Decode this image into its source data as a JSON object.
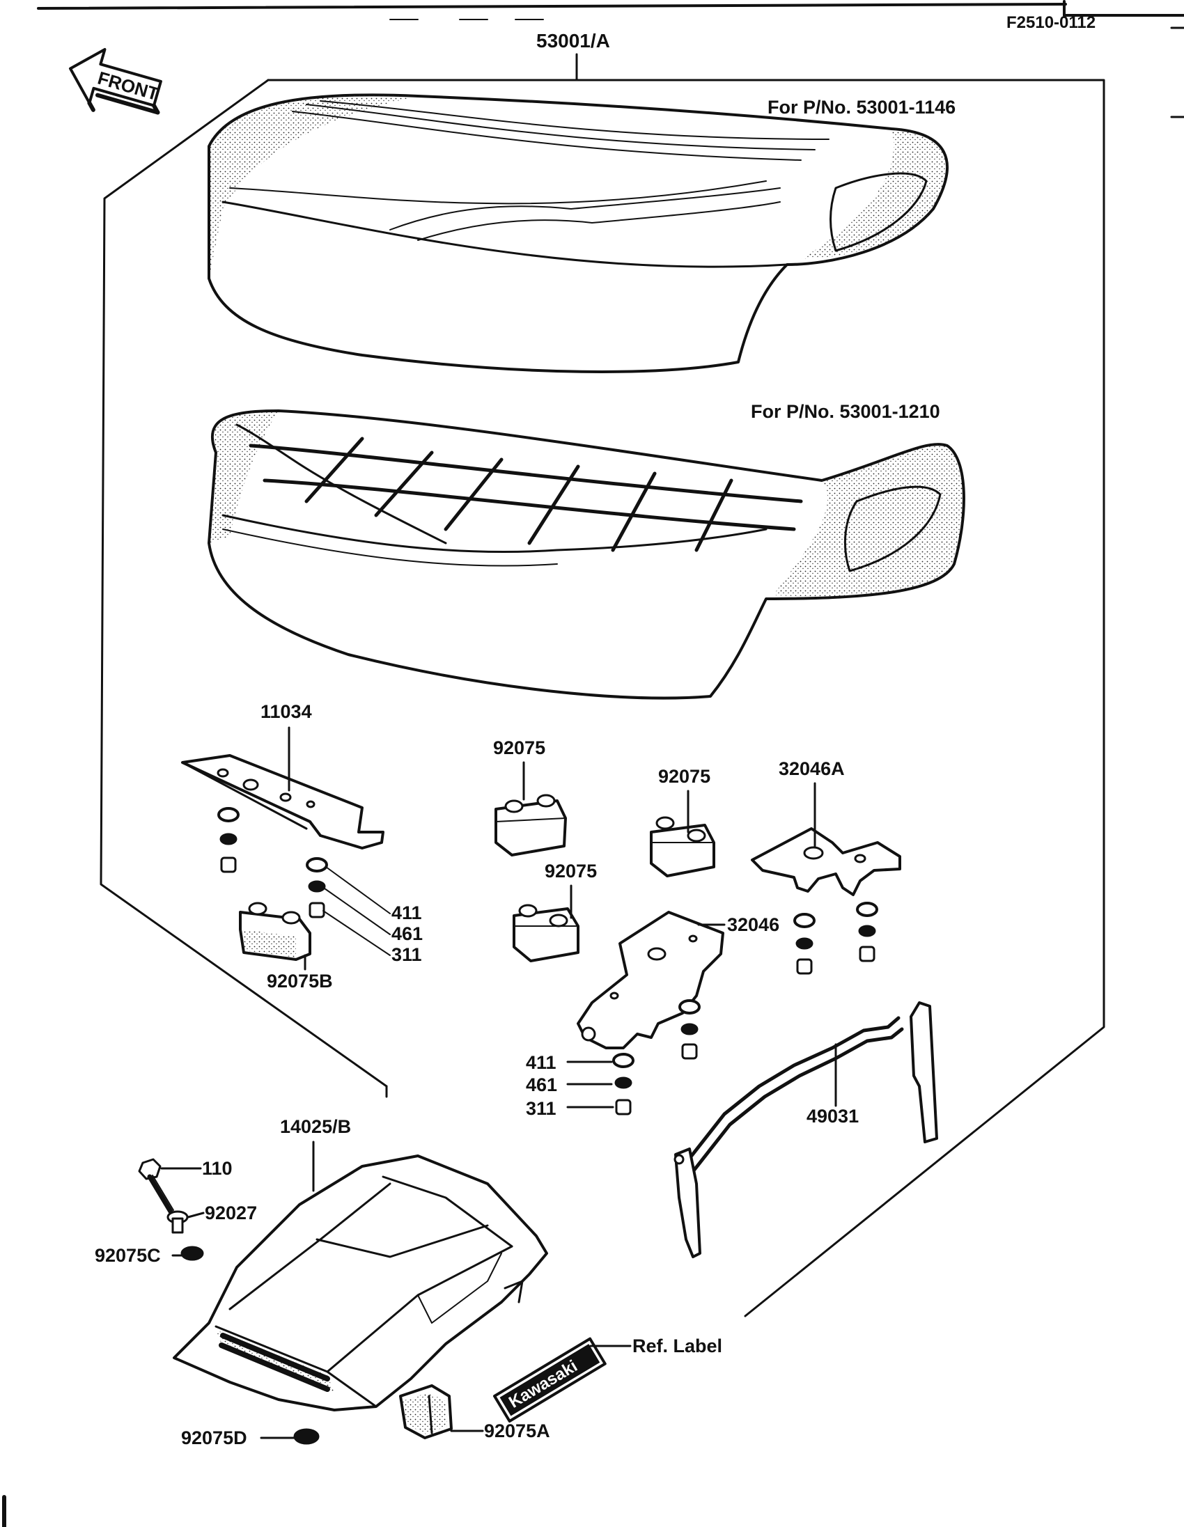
{
  "header": {
    "code": "F2510-0112"
  },
  "front_arrow": {
    "label": "FRONT"
  },
  "assembly": {
    "number": "53001/A"
  },
  "variants": {
    "upper": "For P/No. 53001-1146",
    "lower": "For P/No. 53001-1210"
  },
  "callouts": {
    "bracket_11034": "11034",
    "rubber_a": "92075",
    "rubber_b": "92075",
    "rubber_c": "92075",
    "bracket_32046A": "32046A",
    "bracket_32046": "32046",
    "washer_411_a": "411",
    "lockwasher_461_a": "461",
    "nut_311_a": "311",
    "damper_92075B": "92075B",
    "washer_411_b": "411",
    "lockwasher_461_b": "461",
    "nut_311_b": "311",
    "seat_bar_49031": "49031",
    "cover_14025B": "14025/B",
    "bolt_110": "110",
    "collar_92027": "92027",
    "damper_92075C": "92075C",
    "ref_label": "Ref.  Label",
    "damper_92075D": "92075D",
    "damper_92075A": "92075A"
  },
  "brand_label": "Kawasaki",
  "colors": {
    "ink": "#111111",
    "paper": "#ffffff"
  }
}
